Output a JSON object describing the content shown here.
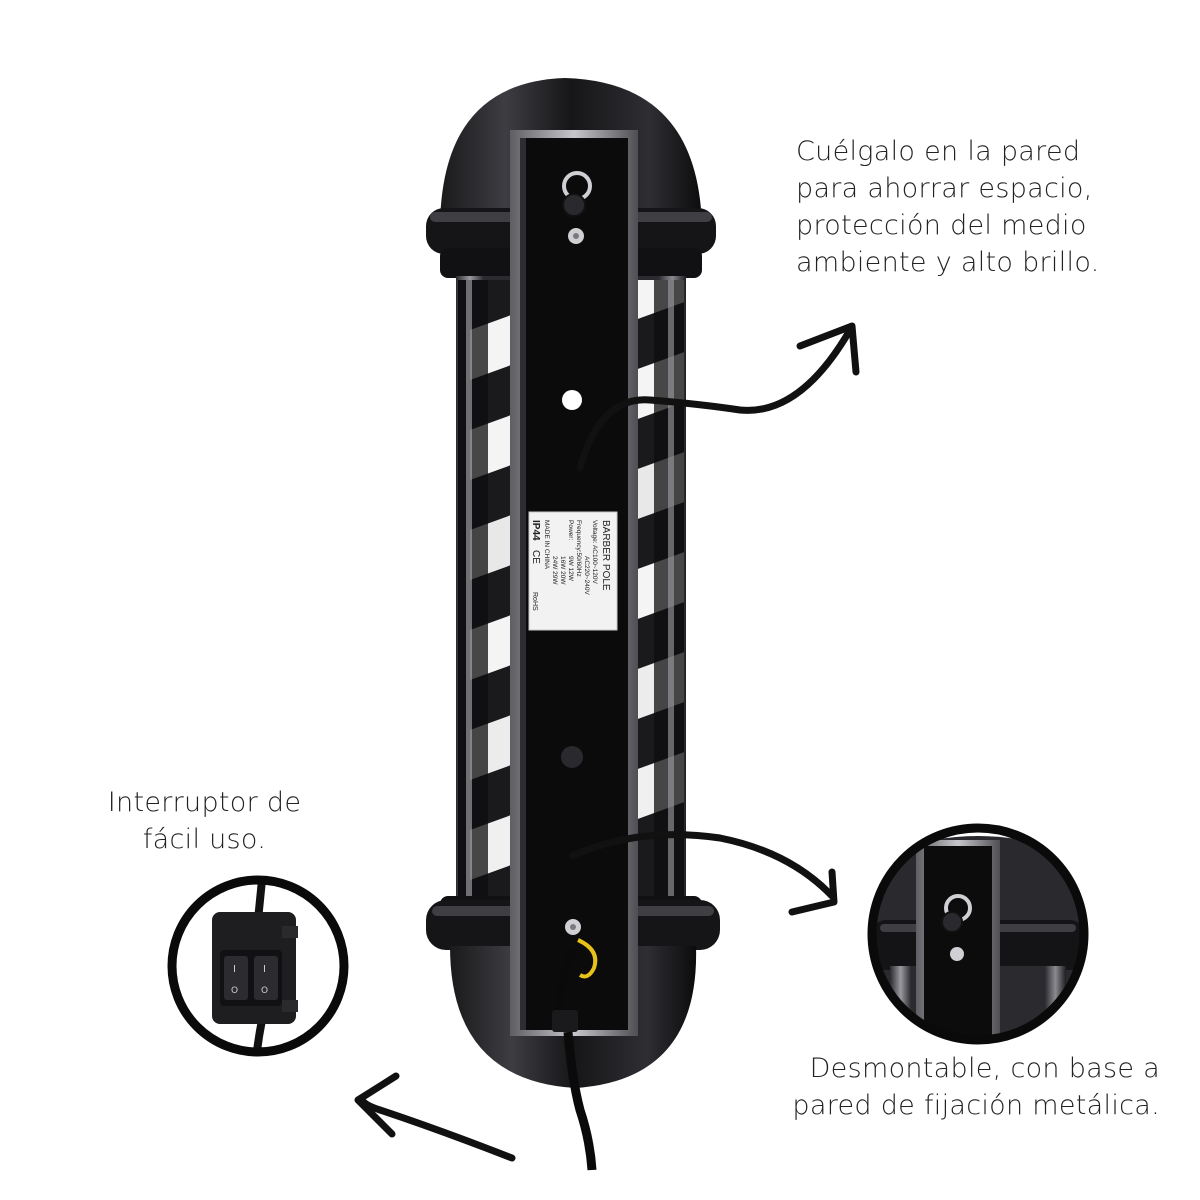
{
  "callouts": {
    "wall_mount": {
      "lines": [
        "Cuélgalo en la pared",
        "para ahorrar espacio,",
        "protección del medio",
        "ambiente y alto brillo."
      ]
    },
    "switch": {
      "lines": [
        "Interruptor de",
        "fácil uso."
      ]
    },
    "detachable": {
      "lines": [
        "Desmontable, con base a",
        "pared de fijación metálica."
      ]
    }
  },
  "product_label": {
    "title": "BARBER POLE",
    "voltage": "Voltage: AC100~120V",
    "voltage_alt": "AC220~240V",
    "frequency": "Frequency:50/60Hz",
    "power": "Power:",
    "power_options_row1": "9W    12W",
    "power_options_row2": "16W   20W",
    "power_options_row3": "24W   29W",
    "origin": "MADE IN CHINA",
    "rating": "IP44",
    "cert": "CE",
    "rohs": "RoHS"
  },
  "switch_panel": {
    "left_mark": "I",
    "left_mark_off": "O",
    "right_mark": "I",
    "right_mark_off": "O"
  },
  "colors": {
    "pole_body": "#0f0f10",
    "pole_highlight": "#4a4a4e",
    "metal_frame": "#8e8e93",
    "stripe_white": "#f4f4f4",
    "stripe_dark": "#1c1c1e",
    "arrow": "#111111",
    "ground_wire": "#e6c21a"
  }
}
